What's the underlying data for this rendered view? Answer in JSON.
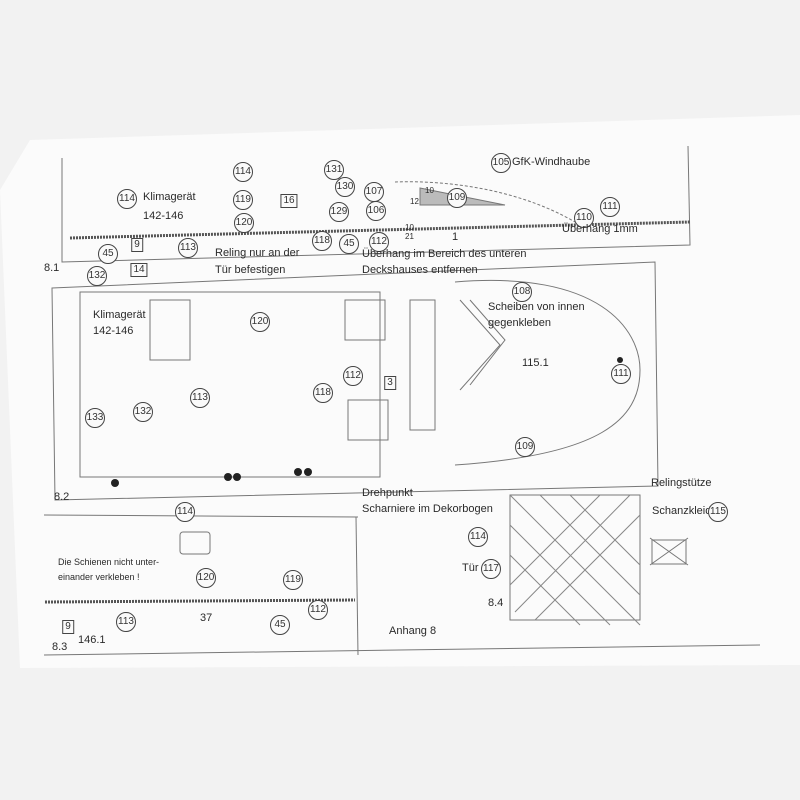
{
  "sheet": {
    "caption": "Anhang 8"
  },
  "view_8_1": {
    "label": "8.1",
    "parts": [
      "114",
      "119",
      "120",
      "114",
      "113",
      "45",
      "132",
      "118",
      "45",
      "112",
      "131",
      "130",
      "129",
      "107",
      "106",
      "109",
      "111",
      "110"
    ],
    "box_parts": [
      "9",
      "16"
    ],
    "klima": [
      "Klimagerät",
      "142-146"
    ],
    "reling_note": [
      "Reling nur an der",
      "Tür befestigen"
    ],
    "windhaube": "GfK-Windhaube",
    "windhaube_part": "105",
    "ueberhang": "Überhang 1mm",
    "ueberhang_note": [
      "Überhang im Bereich des unteren",
      "Deckshauses entfernen"
    ],
    "dims": [
      "10",
      "12",
      "10",
      "21",
      "1"
    ]
  },
  "view_8_2": {
    "label": "8.2",
    "parts": [
      "120",
      "132",
      "133",
      "113",
      "118",
      "112",
      "108",
      "111",
      "109",
      "114"
    ],
    "box_parts": [
      "14",
      "3"
    ],
    "klima": [
      "Klimagerät",
      "142-146"
    ],
    "scheiben": [
      "Scheiben von innen",
      "gegenkleben"
    ],
    "part_115_1": "115.1",
    "drehpunkt": [
      "Drehpunkt",
      "Scharniere im Dekorbogen"
    ]
  },
  "view_8_3": {
    "label": "8.3",
    "note": [
      "Die Schienen nicht unter-",
      "einander verkleben !"
    ],
    "parts": [
      "120",
      "119",
      "112",
      "45",
      "113"
    ],
    "box_parts": [
      "9"
    ],
    "part_146_1": "146.1",
    "dim": "37"
  },
  "view_8_4": {
    "label": "8.4",
    "relingstuetze": "Relingstütze",
    "schanzkleid": "Schanzkleid",
    "schanzkleid_part": "115",
    "tuer": "Tür",
    "tuer_part": "117",
    "part": "114"
  }
}
